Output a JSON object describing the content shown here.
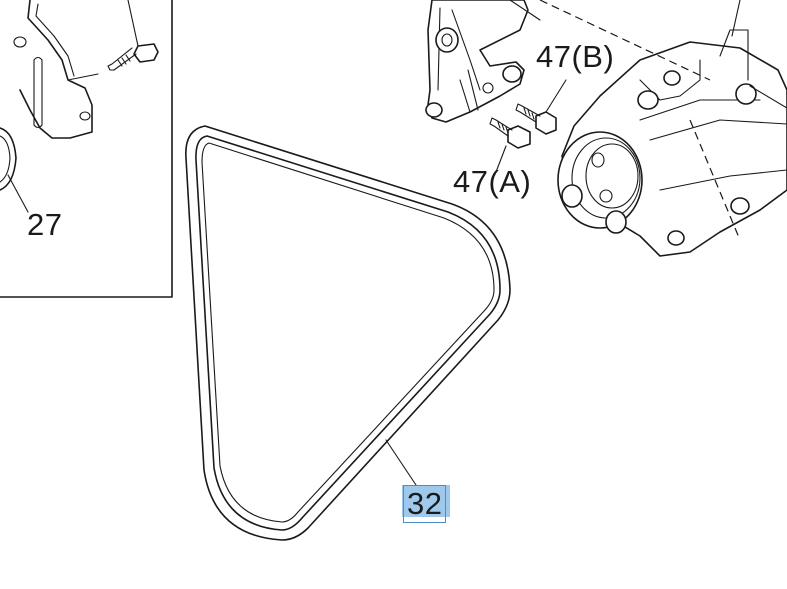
{
  "parts": [
    {
      "id": "27",
      "label": "27"
    },
    {
      "id": "47b",
      "label": "47(B)"
    },
    {
      "id": "47a",
      "label": "47(A)"
    },
    {
      "id": "32",
      "label": "32",
      "highlighted": true
    }
  ],
  "colors": {
    "line": "#1a1a1a",
    "highlight": "#9fc9ec",
    "background": "#ffffff"
  }
}
